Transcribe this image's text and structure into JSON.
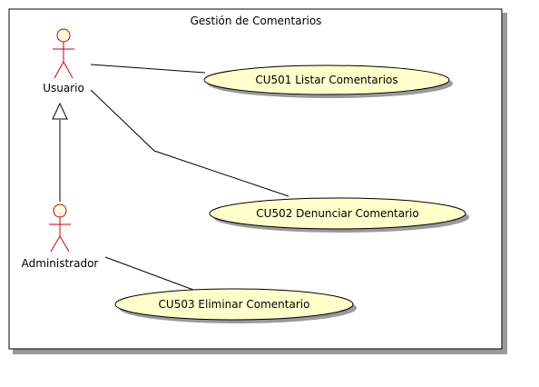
{
  "system": {
    "title": "Gestión de Comentarios"
  },
  "actors": [
    {
      "id": "usuario",
      "name": "Usuario"
    },
    {
      "id": "administrador",
      "name": "Administrador"
    }
  ],
  "use_cases": [
    {
      "id": "cu501",
      "label": "CU501 Listar Comentarios"
    },
    {
      "id": "cu502",
      "label": "CU502 Denunciar Comentario"
    },
    {
      "id": "cu503",
      "label": "CU503 Eliminar Comentario"
    }
  ],
  "colors": {
    "actor_stroke": "#cc0000",
    "actor_head_fill": "#fffbe0",
    "usecase_fill": "#ffffcc",
    "usecase_stroke": "#000000",
    "shadow": "#9a9a9a",
    "line": "#000000"
  }
}
